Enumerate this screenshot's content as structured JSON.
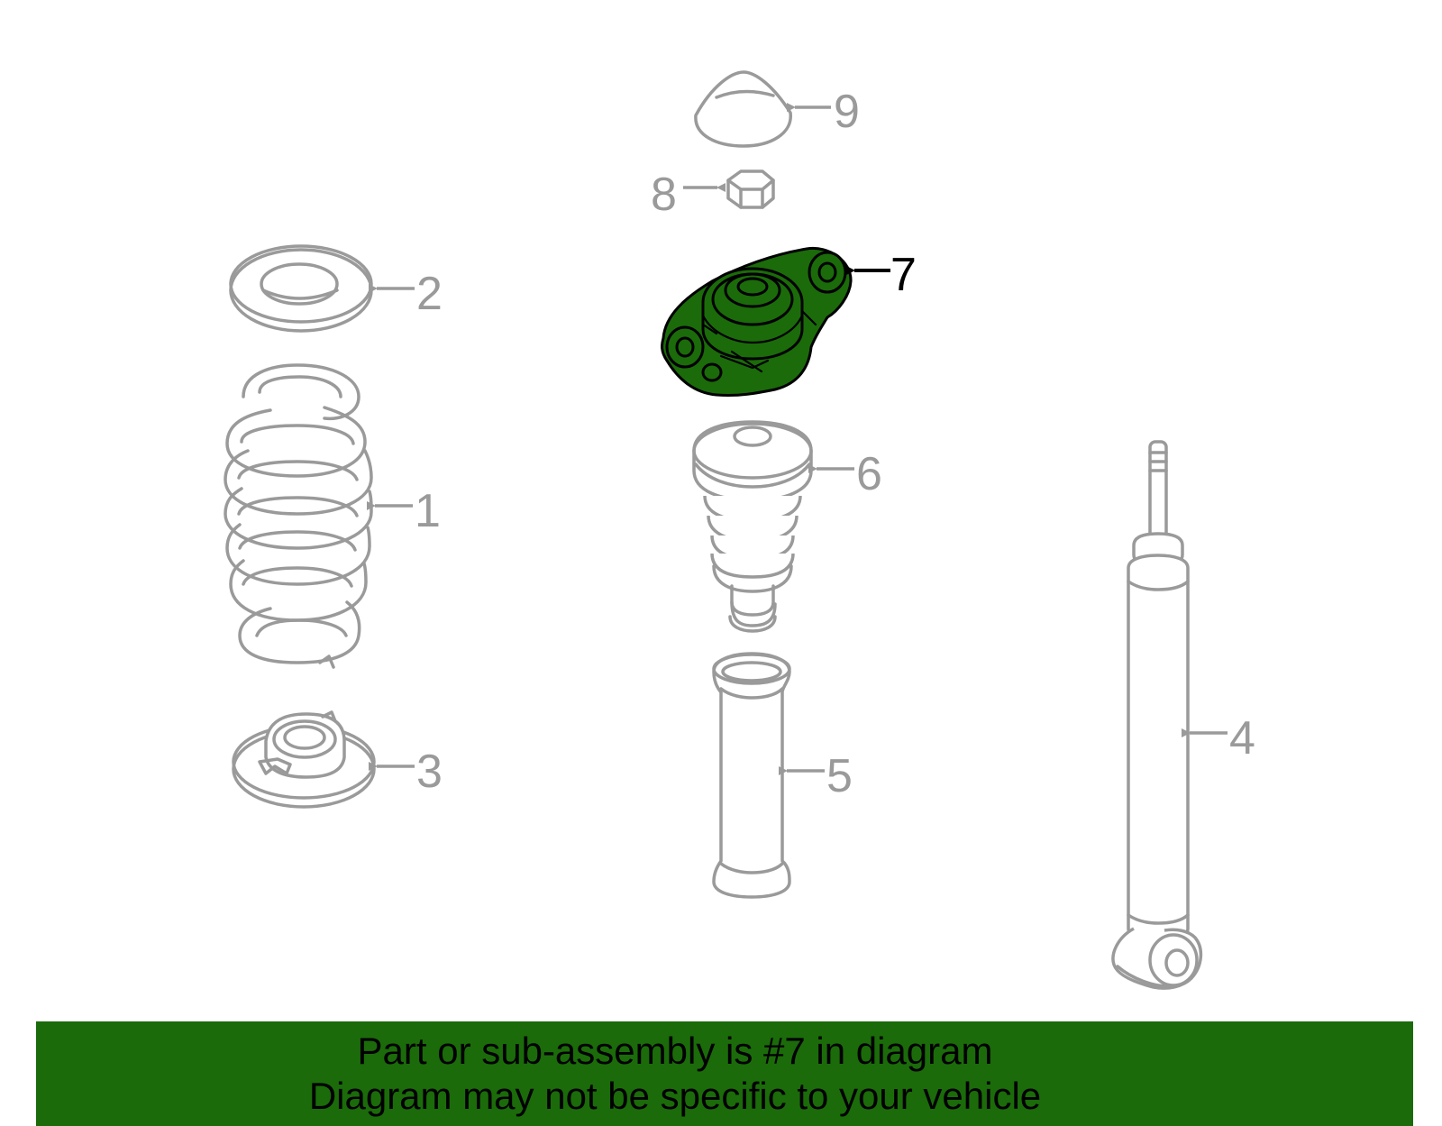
{
  "diagram": {
    "highlighted_part": "7",
    "highlight_color": "#1b6b0a",
    "part_color": "#9a9a9a",
    "callouts": [
      {
        "id": "coil-spring",
        "label": "1"
      },
      {
        "id": "upper-spring-seat",
        "label": "2"
      },
      {
        "id": "lower-spring-seat",
        "label": "3"
      },
      {
        "id": "shock-absorber",
        "label": "4"
      },
      {
        "id": "dust-boot",
        "label": "5"
      },
      {
        "id": "bump-stop",
        "label": "6"
      },
      {
        "id": "strut-mount",
        "label": "7"
      },
      {
        "id": "nut",
        "label": "8"
      },
      {
        "id": "cap",
        "label": "9"
      }
    ]
  },
  "banner": {
    "line1": "Part or sub-assembly is #7 in diagram",
    "line2": "Diagram may not be specific to your vehicle"
  }
}
